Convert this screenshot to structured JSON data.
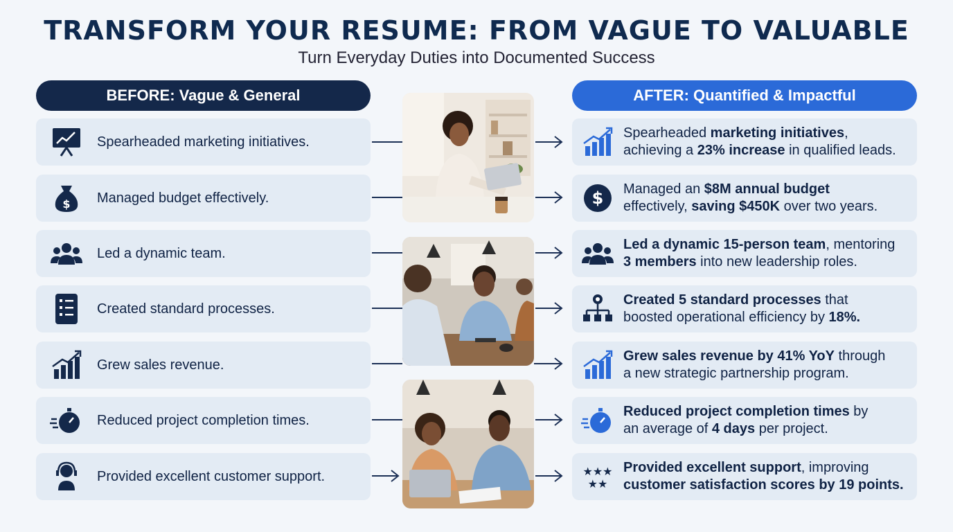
{
  "header": {
    "title": "TRANSFORM YOUR RESUME: FROM VAGUE TO VALUABLE",
    "subtitle": "Turn Everyday Duties into Documented Success"
  },
  "columns": {
    "before_label": "BEFORE: Vague & General",
    "after_label": "AFTER: Quantified & Impactful"
  },
  "colors": {
    "navy": "#14284a",
    "blue": "#2b6ad8",
    "row_bg": "#e3ebf4"
  },
  "before": [
    {
      "icon": "presentation-chart-icon",
      "text": "Spearheaded marketing initiatives."
    },
    {
      "icon": "money-bag-icon",
      "text": "Managed budget effectively."
    },
    {
      "icon": "team-icon",
      "text": "Led a dynamic team."
    },
    {
      "icon": "checklist-icon",
      "text": "Created standard processes."
    },
    {
      "icon": "growth-chart-icon",
      "text": "Grew sales revenue."
    },
    {
      "icon": "stopwatch-icon",
      "text": "Reduced project completion times."
    },
    {
      "icon": "headset-icon",
      "text": "Provided excellent customer support."
    }
  ],
  "after": [
    {
      "icon": "bar-chart-up-icon",
      "line1": [
        {
          "t": "Spearheaded "
        },
        {
          "t": "marketing initiatives",
          "b": true
        },
        {
          "t": ","
        }
      ],
      "line2": [
        {
          "t": "achieving a "
        },
        {
          "t": "23% increase",
          "b": true
        },
        {
          "t": " in qualified leads."
        }
      ]
    },
    {
      "icon": "dollar-icon",
      "line1": [
        {
          "t": "Managed an "
        },
        {
          "t": "$8M annual budget",
          "b": true
        }
      ],
      "line2": [
        {
          "t": "effectively, "
        },
        {
          "t": "saving $450K",
          "b": true
        },
        {
          "t": " over two years."
        }
      ]
    },
    {
      "icon": "team-icon",
      "line1": [
        {
          "t": "Led a dynamic 15-person team",
          "b": true
        },
        {
          "t": ", mentoring"
        }
      ],
      "line2": [
        {
          "t": "3 members",
          "b": true
        },
        {
          "t": " into new leadership roles."
        }
      ]
    },
    {
      "icon": "org-chart-icon",
      "line1": [
        {
          "t": "Created 5 standard processes",
          "b": true
        },
        {
          "t": " that"
        }
      ],
      "line2": [
        {
          "t": "boosted operational efficiency by "
        },
        {
          "t": "18%.",
          "b": true
        }
      ]
    },
    {
      "icon": "bar-chart-up-icon",
      "line1": [
        {
          "t": "Grew sales revenue by 41% YoY",
          "b": true
        },
        {
          "t": " through"
        }
      ],
      "line2": [
        {
          "t": "a new strategic partnership program."
        }
      ]
    },
    {
      "icon": "stopwatch-icon",
      "line1": [
        {
          "t": "Reduced project completion times",
          "b": true
        },
        {
          "t": " by"
        }
      ],
      "line2": [
        {
          "t": "an average of "
        },
        {
          "t": "4 days",
          "b": true
        },
        {
          "t": " per project."
        }
      ]
    },
    {
      "icon": "stars-icon",
      "line1": [
        {
          "t": "Provided excellent support",
          "b": true
        },
        {
          "t": ", improving"
        }
      ],
      "line2": [
        {
          "t": "customer satisfaction scores by 19 points.",
          "b": true
        }
      ]
    }
  ],
  "photos": [
    {
      "name": "photo-woman-laptop"
    },
    {
      "name": "photo-team-meeting"
    },
    {
      "name": "photo-collaboration"
    }
  ]
}
